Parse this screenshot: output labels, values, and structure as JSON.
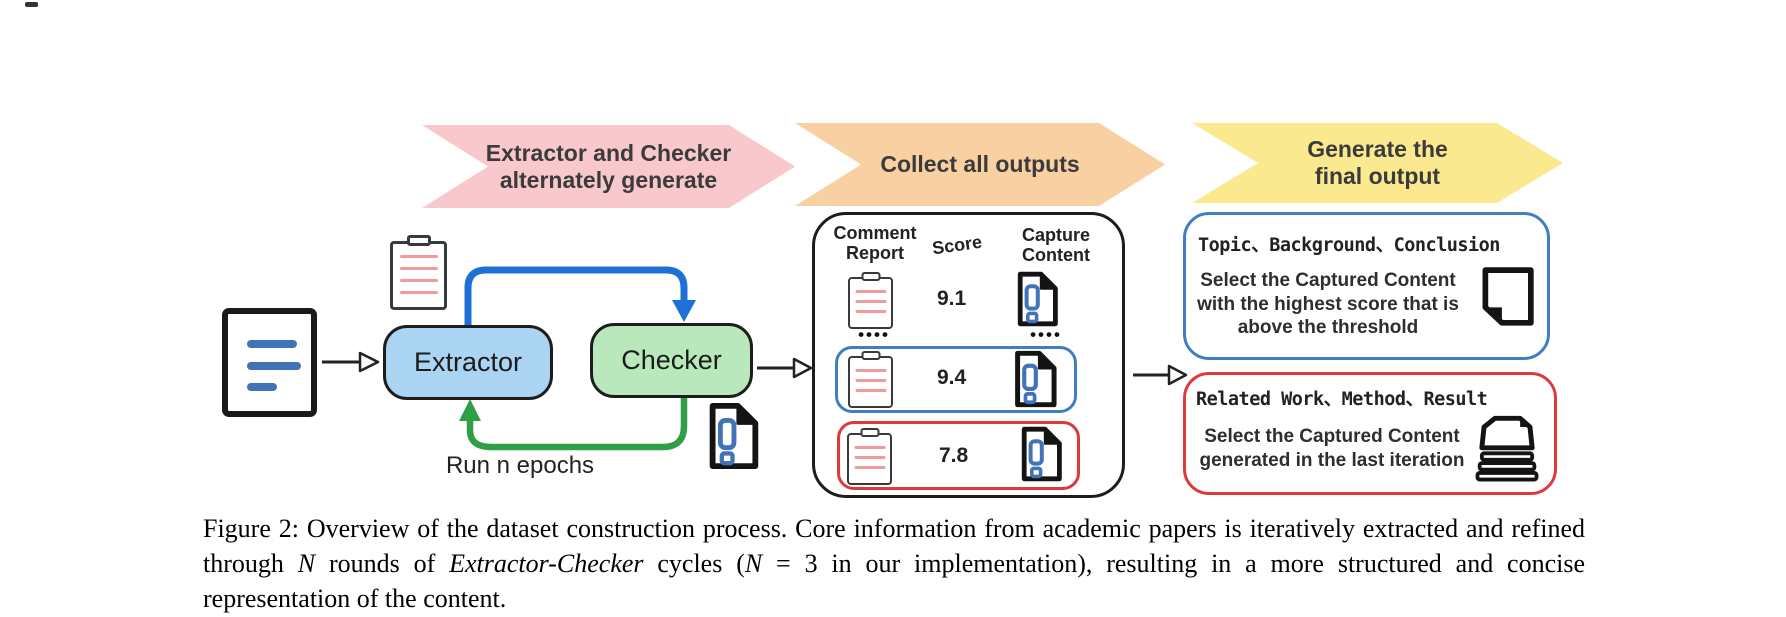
{
  "banners": [
    {
      "line1": "Extractor and Checker",
      "line2": "alternately generate",
      "color": "#f8c8cc"
    },
    {
      "line1": "Collect all outputs",
      "line2": "",
      "color": "#f8d0a2"
    },
    {
      "line1": "Generate the",
      "line2": "final output",
      "color": "#fae98e"
    }
  ],
  "flow": {
    "extractor_label": "Extractor",
    "checker_label": "Checker",
    "loop_label": "Run n epochs"
  },
  "collect_panel": {
    "col1_header_line1": "Comment",
    "col1_header_line2": "Report",
    "col2_header": "Score",
    "col3_header_line1": "Capture",
    "col3_header_line2": "Content",
    "dots": "••••",
    "rows": [
      {
        "score": "9.1",
        "highlight": "none"
      },
      {
        "score": "9.4",
        "highlight": "blue"
      },
      {
        "score": "7.8",
        "highlight": "red"
      }
    ]
  },
  "output_panel": {
    "blue_box": {
      "mono_line": "Topic、Background、Conclusion",
      "desc_line1": "Select the Captured Content",
      "desc_line2": "with the highest score that is",
      "desc_line3": "above the threshold"
    },
    "red_box": {
      "mono_line": "Related Work、Method、Result",
      "desc_line1": "Select the Captured Content",
      "desc_line2": "generated in the last iteration"
    }
  },
  "caption": {
    "part1": "Figure 2: Overview of the dataset construction process. Core information from academic papers is iteratively extracted and refined through ",
    "italic1": "N",
    "part2": " rounds of ",
    "italic2": "Extractor-Checker",
    "part3": " cycles (",
    "italic3": "N",
    "part4": " = 3 in our implementation), resulting in a more structured and concise representation of the content."
  },
  "colors": {
    "banner_pink": "#f8c8cc",
    "banner_orange": "#f8d0a2",
    "banner_yellow": "#fae98e",
    "extractor_fill": "#abd4f3",
    "checker_fill": "#b9e8bc",
    "arrow_blue": "#1e6fd6",
    "arrow_green": "#2f9e44",
    "doc_line_blue": "#4273b8",
    "clip_line_red": "#f29a9a",
    "highlight_blue": "#3f7fc1",
    "highlight_red": "#dd3b3b"
  }
}
